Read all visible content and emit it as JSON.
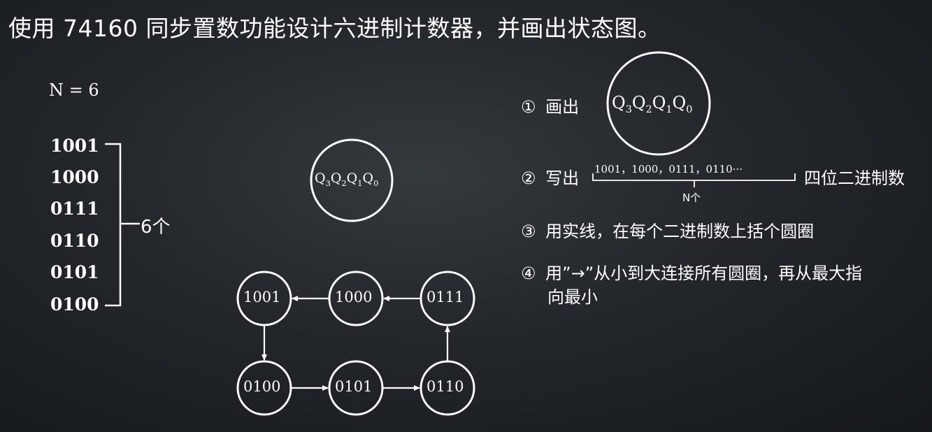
{
  "title": "使用 74160 同步置数功能设计六进制计数器，并画出状态图。",
  "n_label": "N = 6",
  "binary_list": [
    "1001",
    "1000",
    "0111",
    "0110",
    "0101",
    "0100"
  ],
  "count_label": "6个",
  "state_circle": {
    "letter": "Q",
    "subs": [
      "3",
      "2",
      "1",
      "0"
    ]
  },
  "states": {
    "s1001": "1001",
    "s1000": "1000",
    "s0111": "0111",
    "s0100": "0100",
    "s0101": "0101",
    "s0110": "0110"
  },
  "steps": {
    "step1": {
      "num": "①",
      "text": "画出"
    },
    "step2": {
      "num": "②",
      "text": "写出",
      "brace_text": "1001，1000，0111，0110···",
      "brace_under": "N个",
      "after": "四位二进制数"
    },
    "step3": {
      "num": "③",
      "text": "用实线，在每个二进制数上括个圆圈"
    },
    "step4": {
      "num": "④",
      "text_line1": "用”→”从小到大连接所有圆圈，再从最大指",
      "text_line2": "向最小"
    }
  }
}
